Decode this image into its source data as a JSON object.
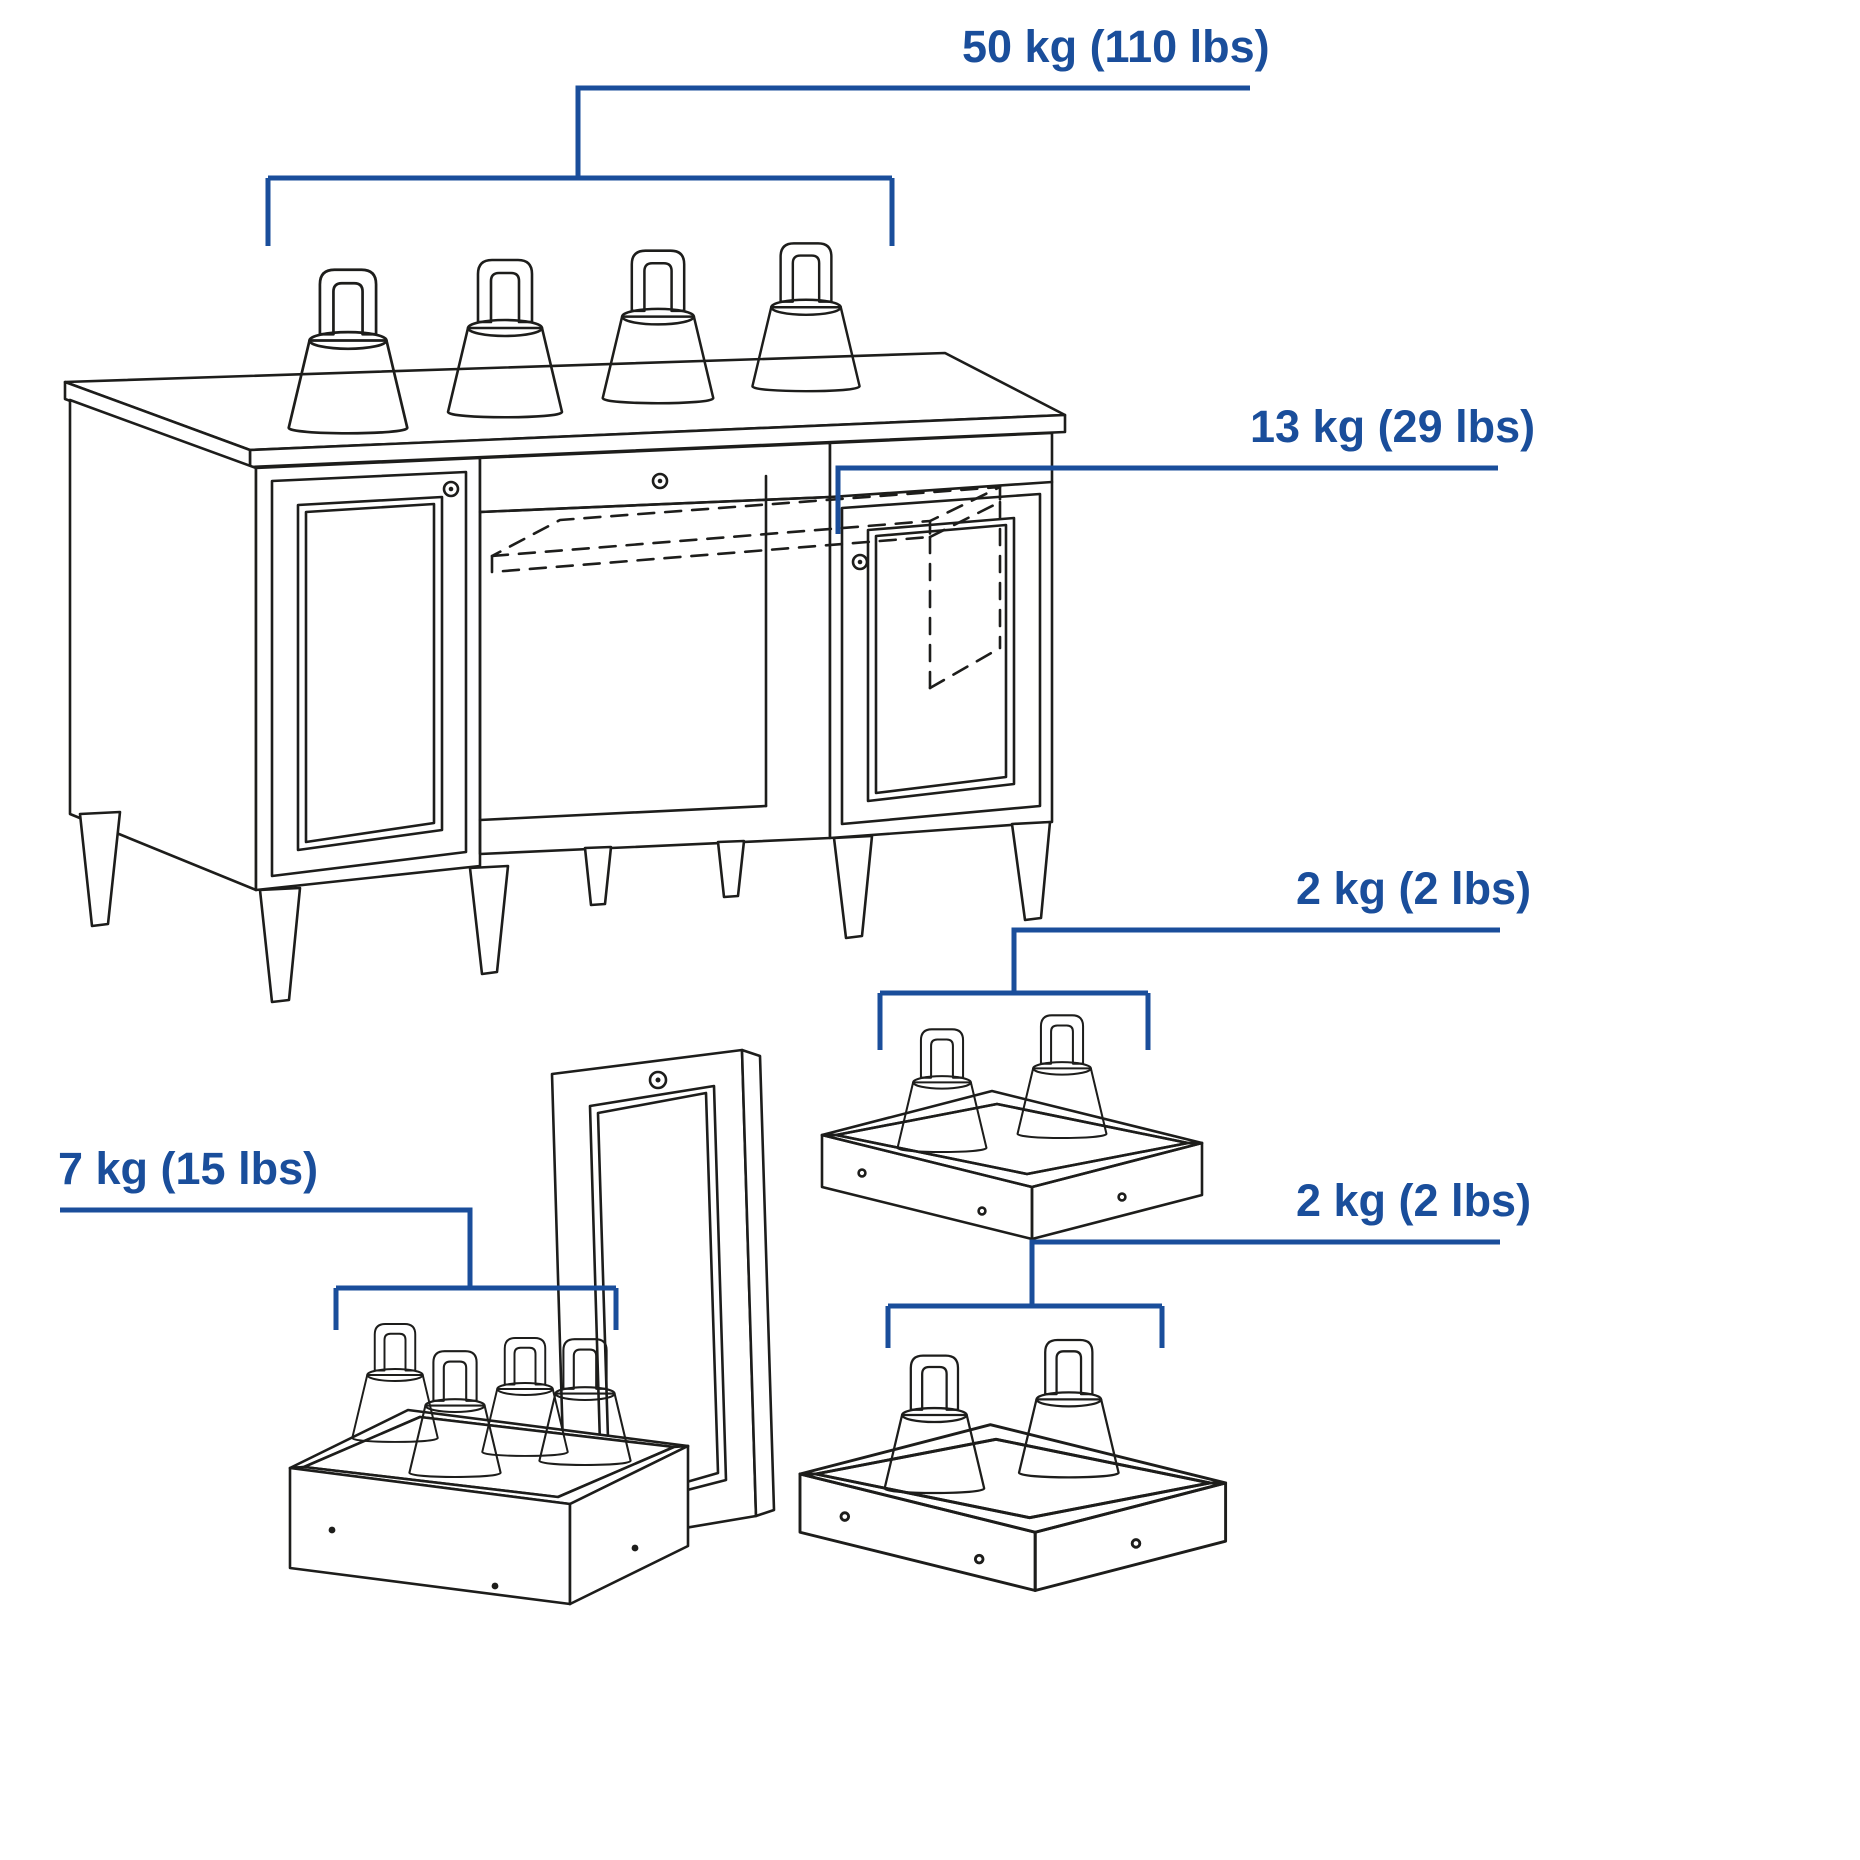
{
  "colors": {
    "accent_blue": "#1a4e9b",
    "line": "#1d1d1b",
    "background": "#ffffff"
  },
  "labels": {
    "desktop_max_load": "50 kg (110 lbs)",
    "shelf_max_load": "13 kg (29 lbs)",
    "top_drawer_max_load": "2 kg (2 lbs)",
    "door_max_load": "7 kg (15 lbs)",
    "bottom_drawer_max_load": "2 kg (2 lbs)"
  },
  "icons": {
    "weight-icon": "stackable test weight with handle",
    "desk-illustration": "desk with two door cabinets, centre drawer and open shelf",
    "shelf-dashed-outline": "hidden interior shelf shown dashed",
    "drawer-illustration": "pull-out drawer loaded with weights",
    "door-illustration": "cabinet door panel"
  }
}
